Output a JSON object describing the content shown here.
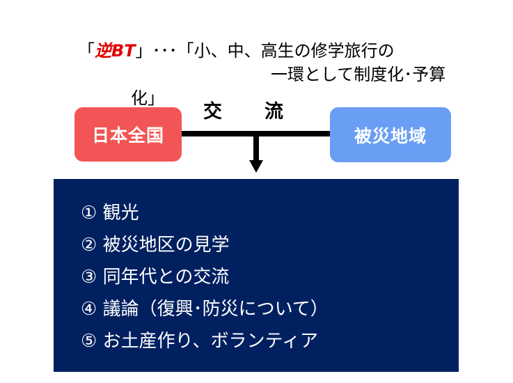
{
  "title": {
    "line1_open": "「",
    "line1_highlight": "逆BT",
    "line1_rest": "」･･･「小、中、高生の修学旅行の",
    "line2": "一環として制度化･予算",
    "line3": "化」"
  },
  "diagram": {
    "left_node": "日本全国",
    "right_node": "被災地域",
    "connector_label_1": "交",
    "connector_label_2": "流"
  },
  "activities": [
    "① 観光",
    "② 被災地区の見学",
    "③ 同年代との交流",
    "④ 議論（復興･防災について）",
    "⑤ お土産作り、ボランティア"
  ],
  "colors": {
    "left_node_bg": "#f25555",
    "right_node_bg": "#6a9ef4",
    "list_box_bg": "#012060",
    "highlight_text": "#e00000"
  }
}
